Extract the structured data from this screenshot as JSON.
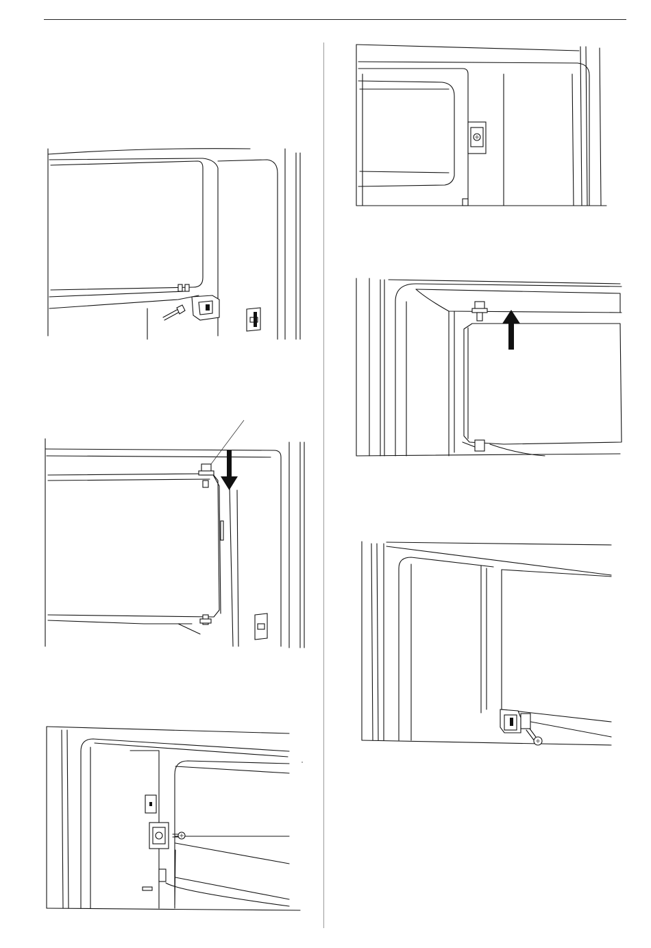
{
  "figures": [
    {
      "name": "step-figure-1",
      "parts": [
        "screw-icon",
        "lower-hinge-bracket",
        "door-catch"
      ]
    },
    {
      "name": "step-figure-2",
      "parts": [
        "down-arrow-icon",
        "hinge-pin",
        "callout-line",
        "door-catch"
      ]
    },
    {
      "name": "step-figure-3",
      "parts": [
        "hinge-bracket",
        "screw-icon",
        "door-stop"
      ]
    },
    {
      "name": "step-figure-4",
      "parts": [
        "hinge-bracket",
        "door-stop"
      ]
    },
    {
      "name": "step-figure-5",
      "parts": [
        "up-arrow-icon",
        "hinge-pin"
      ]
    },
    {
      "name": "step-figure-6",
      "parts": [
        "lower-hinge-bracket",
        "screw-icon"
      ]
    }
  ],
  "colors": {
    "line": "#111111",
    "divider": "#999999",
    "background": "#ffffff"
  }
}
